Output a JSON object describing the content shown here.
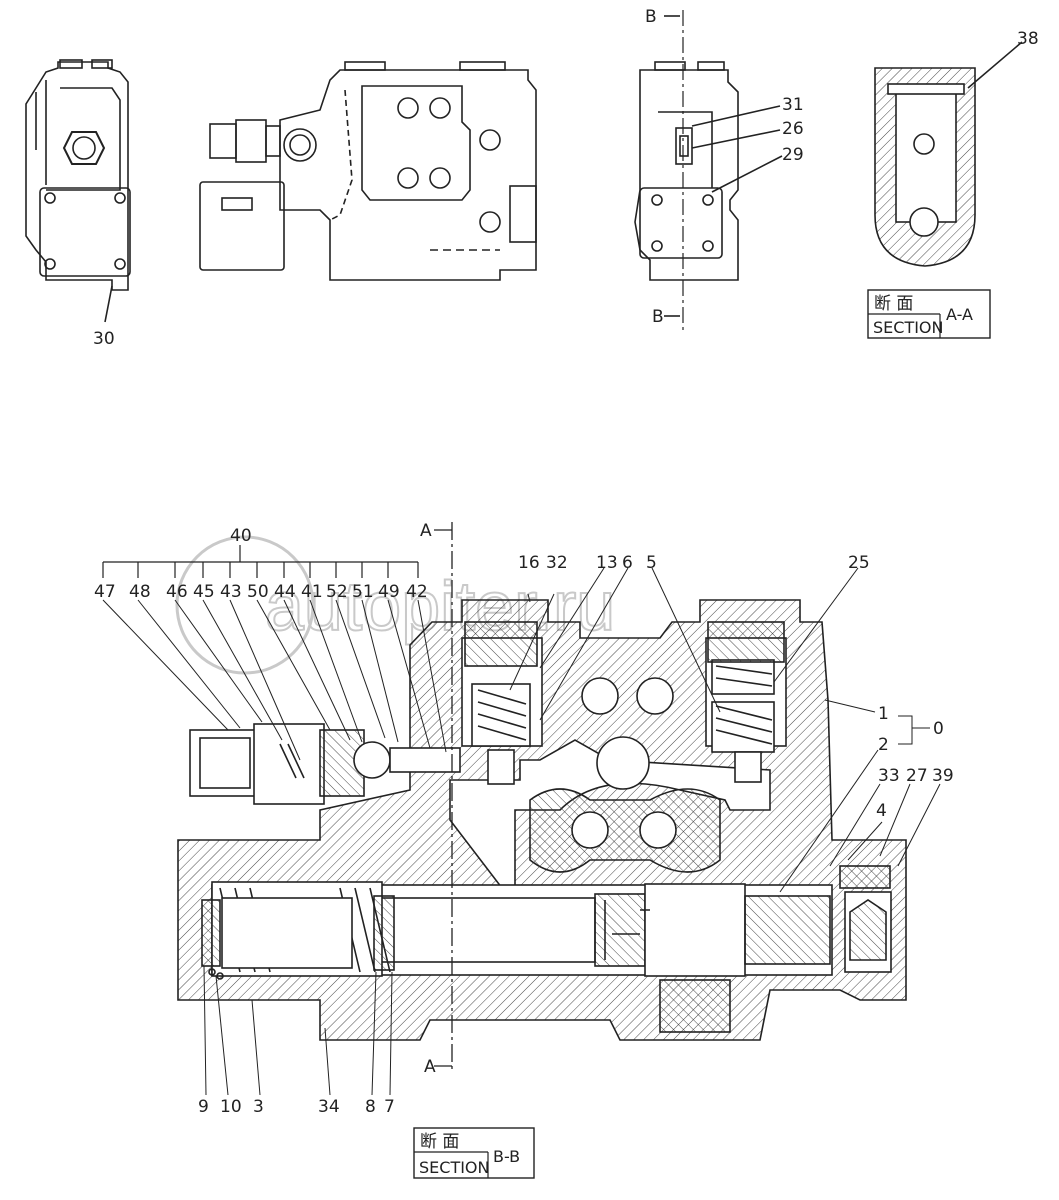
{
  "watermark": "autopiter.ru",
  "top_views": {
    "callouts": [
      "30",
      "31",
      "26",
      "29",
      "38"
    ],
    "section_markers": [
      "B",
      "B"
    ]
  },
  "section_aa": {
    "kanji": "断 面",
    "label": "SECTION",
    "id": "A-A"
  },
  "section_bb": {
    "kanji": "断 面",
    "label": "SECTION",
    "id": "B-B"
  },
  "group_label": "40",
  "top_callouts": [
    "47",
    "48",
    "46",
    "45",
    "43",
    "50",
    "44",
    "41",
    "52",
    "51",
    "49",
    "42",
    "16",
    "32",
    "13",
    "6",
    "5",
    "25"
  ],
  "right_callouts": [
    "1",
    "0",
    "2",
    "33",
    "27",
    "39",
    "4"
  ],
  "bottom_callouts": [
    "9",
    "10",
    "3",
    "34",
    "8",
    "7"
  ],
  "cut_markers": [
    "A",
    "A"
  ]
}
